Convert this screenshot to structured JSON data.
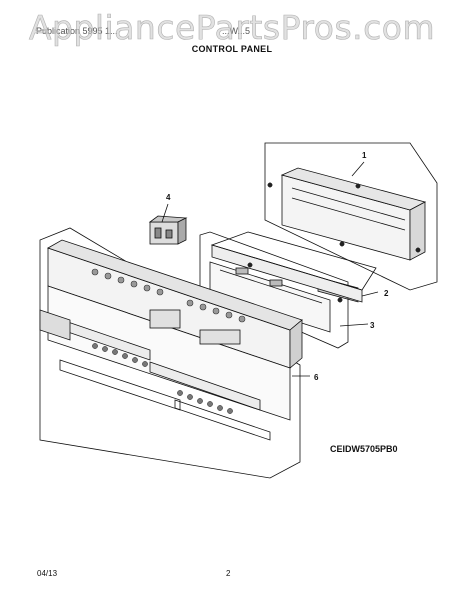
{
  "watermark": "AppliancePartsPros.com",
  "header": {
    "left": "Publication 5995 1...",
    "right": "...W...5"
  },
  "title": "CONTROL PANEL",
  "callouts": [
    "1",
    "2",
    "3",
    "4",
    "6"
  ],
  "diagram_code": "CEIDW5705PB0",
  "footer": {
    "date": "04/13",
    "page": "2"
  }
}
